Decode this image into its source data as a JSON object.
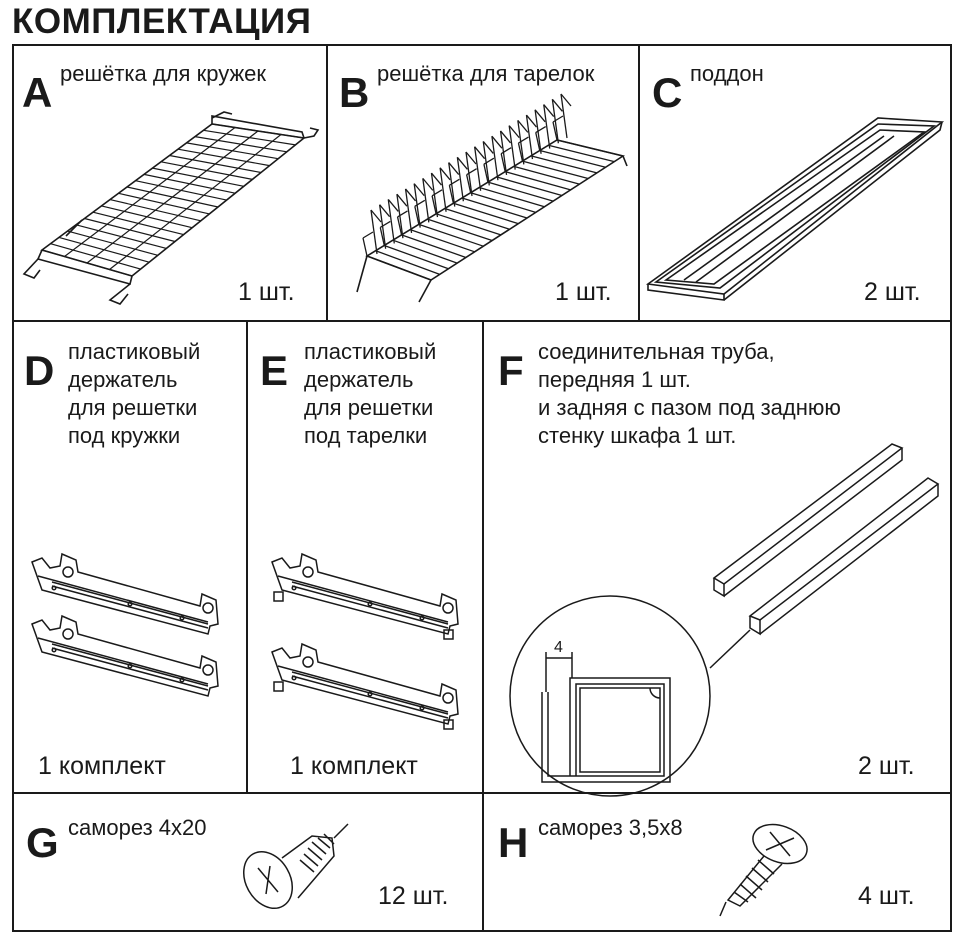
{
  "title": "КОМПЛЕКТАЦИЯ",
  "items": {
    "a": {
      "letter": "A",
      "label": "решётка для кружек",
      "qty": "1 шт.",
      "icon": "cup-rack-icon"
    },
    "b": {
      "letter": "B",
      "label": "решётка для тарелок",
      "qty": "1 шт.",
      "icon": "plate-rack-icon"
    },
    "c": {
      "letter": "C",
      "label": "поддон",
      "qty": "2 шт.",
      "icon": "tray-icon"
    },
    "d": {
      "letter": "D",
      "label_lines": [
        "пластиковый",
        "держатель",
        "для решетки",
        "под кружки"
      ],
      "qty": "1 комплект",
      "icon": "cup-holder-icon"
    },
    "e": {
      "letter": "E",
      "label_lines": [
        "пластиковый",
        "держатель",
        "для решетки",
        "под тарелки"
      ],
      "qty": "1 комплект",
      "icon": "plate-holder-icon"
    },
    "f": {
      "letter": "F",
      "label_lines": [
        "соединительная труба,",
        "передняя 1 шт.",
        "и задняя с пазом под заднюю",
        "стенку шкафа 1 шт."
      ],
      "qty": "2 шт.",
      "dimension": "4",
      "icon": "connecting-tube-icon"
    },
    "g": {
      "letter": "G",
      "label": "саморез 4х20",
      "qty": "12 шт.",
      "icon": "countersunk-screw-icon"
    },
    "h": {
      "letter": "H",
      "label": "саморез 3,5х8",
      "qty": "4 шт.",
      "icon": "pan-head-screw-icon"
    }
  }
}
